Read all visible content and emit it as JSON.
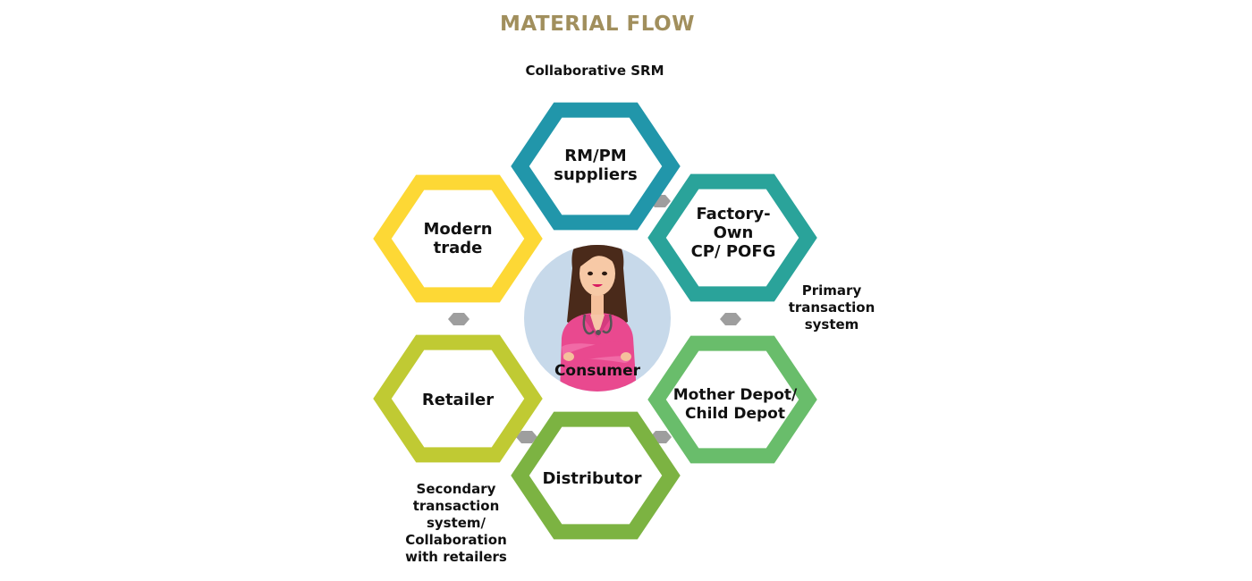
{
  "title": "MATERIAL FLOW",
  "notes": {
    "srm": "Collaborative SRM",
    "primary": [
      "Primary",
      "transaction",
      "system"
    ],
    "secondary": [
      "Secondary",
      "transaction",
      "system/",
      "Collaboration",
      "with retailers"
    ]
  },
  "nodes": {
    "suppliers": {
      "lines": [
        "RM/PM",
        "suppliers"
      ],
      "color": "#2196aa"
    },
    "factory": {
      "lines": [
        "Factory-",
        "Own",
        "CP/ POFG"
      ],
      "color": "#2aa39a"
    },
    "depot": {
      "lines": [
        "Mother Depot/",
        "Child Depot"
      ],
      "color": "#69bd6b"
    },
    "distributor": {
      "lines": [
        "Distributor"
      ],
      "color": "#7cb342"
    },
    "retailer": {
      "lines": [
        "Retailer"
      ],
      "color": "#c0ca33"
    },
    "modern_trade": {
      "lines": [
        "Modern",
        "trade"
      ],
      "color": "#fdd835"
    }
  },
  "center": {
    "label": "Consumer",
    "circle_color": "#c7d9ea"
  },
  "connector_color": "#9e9e9e"
}
